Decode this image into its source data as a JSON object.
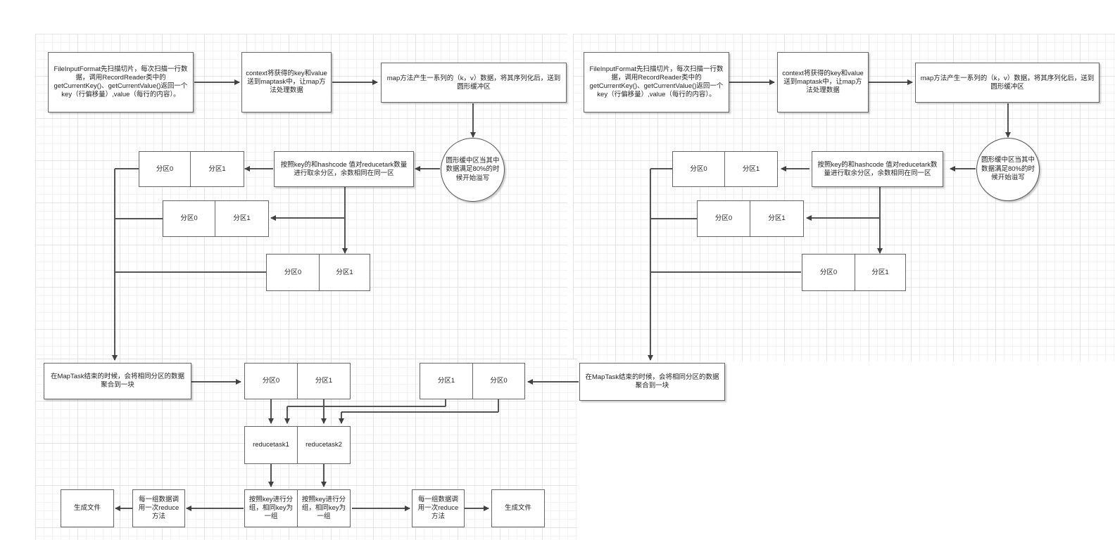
{
  "diagram": {
    "read_step": "FileInputFormat先扫描切片，每次扫描一行数据，调用RecordReader类中的getCurrentKey()、getCurrentValue()返回一个key（行偏移量）,value（每行的内容）。",
    "context_step": "context将获得的key和value送到maptask中，让map方法处理数据",
    "map_step": "map方法产生一系列的（k，v）数据，将其序列化后，送到圆形缓冲区",
    "buffer_step": "圆形缓中区当其中数据满足80%的时候开始溢写",
    "partition_step": "按照key的和hashcode 值对reducetark数量进行取余分区，余数相同在同一区",
    "partition_0": "分区0",
    "partition_1": "分区1",
    "merge_step": "在MapTask结束的时候，会将相同分区的数据聚合到一块",
    "reducetask_1": "reducetask1",
    "reducetask_2": "reducetask2",
    "group_step": "按照key进行分组，相同key为一组",
    "reduce_call": "每一组数据调用一次reduce方法",
    "output_file": "生成文件"
  }
}
